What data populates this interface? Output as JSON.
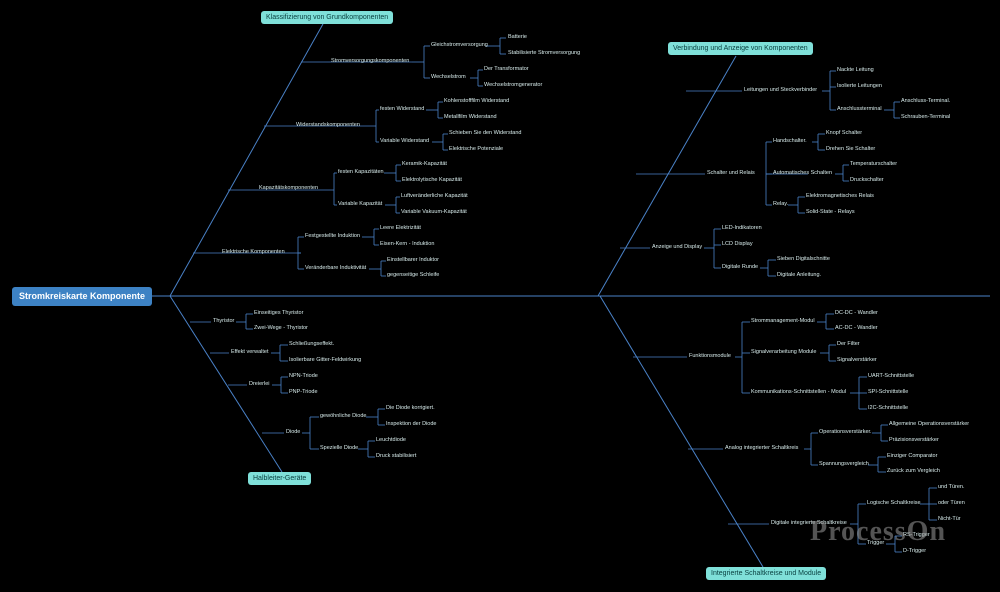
{
  "root": "Stromkreiskarte Komponente",
  "categories": {
    "klassifizierung": "Klassifizierung von Grundkomponenten",
    "verbindung": "Verbindung und Anzeige von Komponenten",
    "halbleiter": "Halbleiter-Geräte",
    "integrierte": "Integrierte Schaltkreise und Module"
  },
  "watermark": "ProcessOn",
  "nodes": {
    "n1": "Stromversorgungskomponenten",
    "n2": "Gleichstromversorgung",
    "n3": "Batterie",
    "n4": "Stabilisierte Stromversorgung",
    "n5": "Wechselstrom",
    "n6": "Der Transformator",
    "n7": "Wechselstromgenerator",
    "n8": "Widerstandskomponenten",
    "n9": "festen Widerstand",
    "n10": "Kohlenstofffilm Widerstand",
    "n11": "Metallfilm Widerstand",
    "n12": "Variable Widerstand",
    "n13": "Schieben Sie den Widerstand",
    "n14": "Elektrische Potenziale",
    "n15": "Kapazitätskomponenten",
    "n16": "festen Kapazitäten",
    "n17": "Keramik-Kapazität",
    "n18": "Elektrolytische Kapazität",
    "n19": "Variable Kapazität",
    "n20": "Luftveränderliche Kapazität",
    "n21": "Variable Vakuum-Kapazität",
    "n22": "Elektrische Komponenten",
    "n23": "Festgestellte Induktion",
    "n24": "Leere Elektrizität",
    "n25": "Eisen-Kern - Induktion",
    "n26": "Veränderbare Induktivität",
    "n27": "Einstellbarer Induktor",
    "n28": "gegenseitige Schleife",
    "n29": "Leitungen und Steckverbinder",
    "n30": "Nackte Leitung",
    "n31": "Isolierte Leitungen",
    "n32": "Anschlussterminal",
    "n33": "Anschluss-Terminal.",
    "n34": "Schrauben-Terminal",
    "n35": "Schalter und Relais",
    "n36": "Handschalter.",
    "n37": "Knopf Schalter",
    "n38": "Drehen Sie Schalter",
    "n39": "Automatisches Schalten",
    "n40": "Temperaturschalter",
    "n41": "Druckschalter",
    "n42": "Relay.",
    "n43": "Elektromagnetisches Relais",
    "n44": "Solid-State - Relays",
    "n45": "Anzeige und Display",
    "n46": "LED-Indikatoren",
    "n47": "LCD Display",
    "n48": "Digitale Runde",
    "n49": "Sieben Digitalschnitte",
    "n50": "Digitale Anleitung.",
    "n51": "Thyristor",
    "n52": "Einseitiges Thyristor",
    "n53": "Zwei-Wege - Thyristor",
    "n54": "Effekt verwaltet",
    "n55": "Schließungseffekt.",
    "n56": "Isolierbare Gitter-Feldwirkung",
    "n57": "Dreierlei",
    "n58": "NPN-Triode",
    "n59": "PNP-Triode",
    "n60": "Diode",
    "n61": "gewöhnliche Diode",
    "n62": "Die Diode korrigiert.",
    "n63": "Inspektion der Diode",
    "n64": "Spezielle Diode",
    "n65": "Leuchtdiode",
    "n66": "Druck stabilisiert",
    "n67": "Funktionsmodule",
    "n68": "Strommanagement-Modul",
    "n69": "DC-DC - Wandler",
    "n70": "AC-DC - Wandler",
    "n71": "Signalverarbeitung Module",
    "n72": "Der Filter",
    "n73": "Signalverstärker",
    "n74": "Kommunikations-Schnittstellen - Modul",
    "n75": "UART-Schnittstelle",
    "n76": "SPI-Schnittstelle",
    "n77": "I2C-Schnittstelle",
    "n78": "Analog integrierter Schaltkreis",
    "n79": "Operationsverstärker.",
    "n80": "Allgemeine Operationsverstärker",
    "n81": "Präzisionsverstärker",
    "n82": "Spannungsvergleich",
    "n83": "Einziger Comparator",
    "n84": "Zurück zum Vergleich",
    "n85": "Digitale integrierte Schaltkreise",
    "n86": "Logische Schaltkreise",
    "n87": "und Türen.",
    "n88": "oder Türen",
    "n89": "Nicht-Tür",
    "n90": "Trigger",
    "n91": "RS-Trigger",
    "n92": "D-Trigger"
  }
}
